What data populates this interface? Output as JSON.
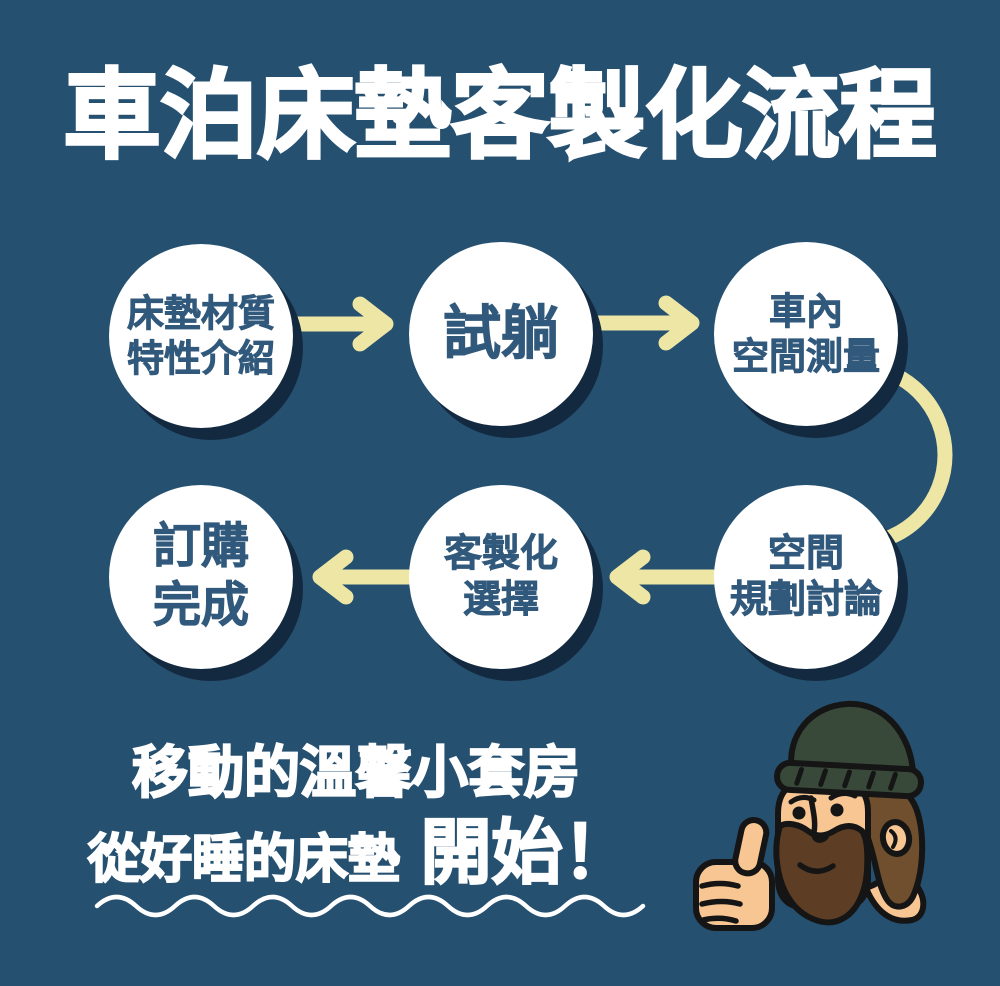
{
  "page": {
    "title": "車泊床墊客製化流程",
    "background_color": "#255070",
    "accent_cream": "#EDE6A5",
    "circle_text_color": "#31597C",
    "circle_shadow_color": "#13293F"
  },
  "flow": {
    "steps": [
      {
        "order": 1,
        "lines": [
          "床墊材質",
          "特性介紹"
        ]
      },
      {
        "order": 2,
        "lines": [
          "試躺"
        ]
      },
      {
        "order": 3,
        "lines": [
          "車內",
          "空間測量"
        ]
      },
      {
        "order": 4,
        "lines": [
          "空間",
          "規劃討論"
        ]
      },
      {
        "order": 5,
        "lines": [
          "客製化",
          "選擇"
        ]
      },
      {
        "order": 6,
        "lines": [
          "訂購",
          "完成"
        ]
      }
    ],
    "connectors": [
      "arrow-right",
      "arrow-right",
      "curve-down-right",
      "arrow-left",
      "arrow-left"
    ]
  },
  "tagline": {
    "line1": "移動的溫馨小套房",
    "line2_prefix": "從好睡的床墊",
    "line2_emphasis": "開始！"
  },
  "mascot": {
    "description": "bearded man in dark green beanie giving a thumbs up",
    "colors": {
      "beanie": "#38493A",
      "hair": "#6F4F2D",
      "beard": "#5D3E24",
      "skin": "#F7C692",
      "outline": "#151515"
    }
  }
}
